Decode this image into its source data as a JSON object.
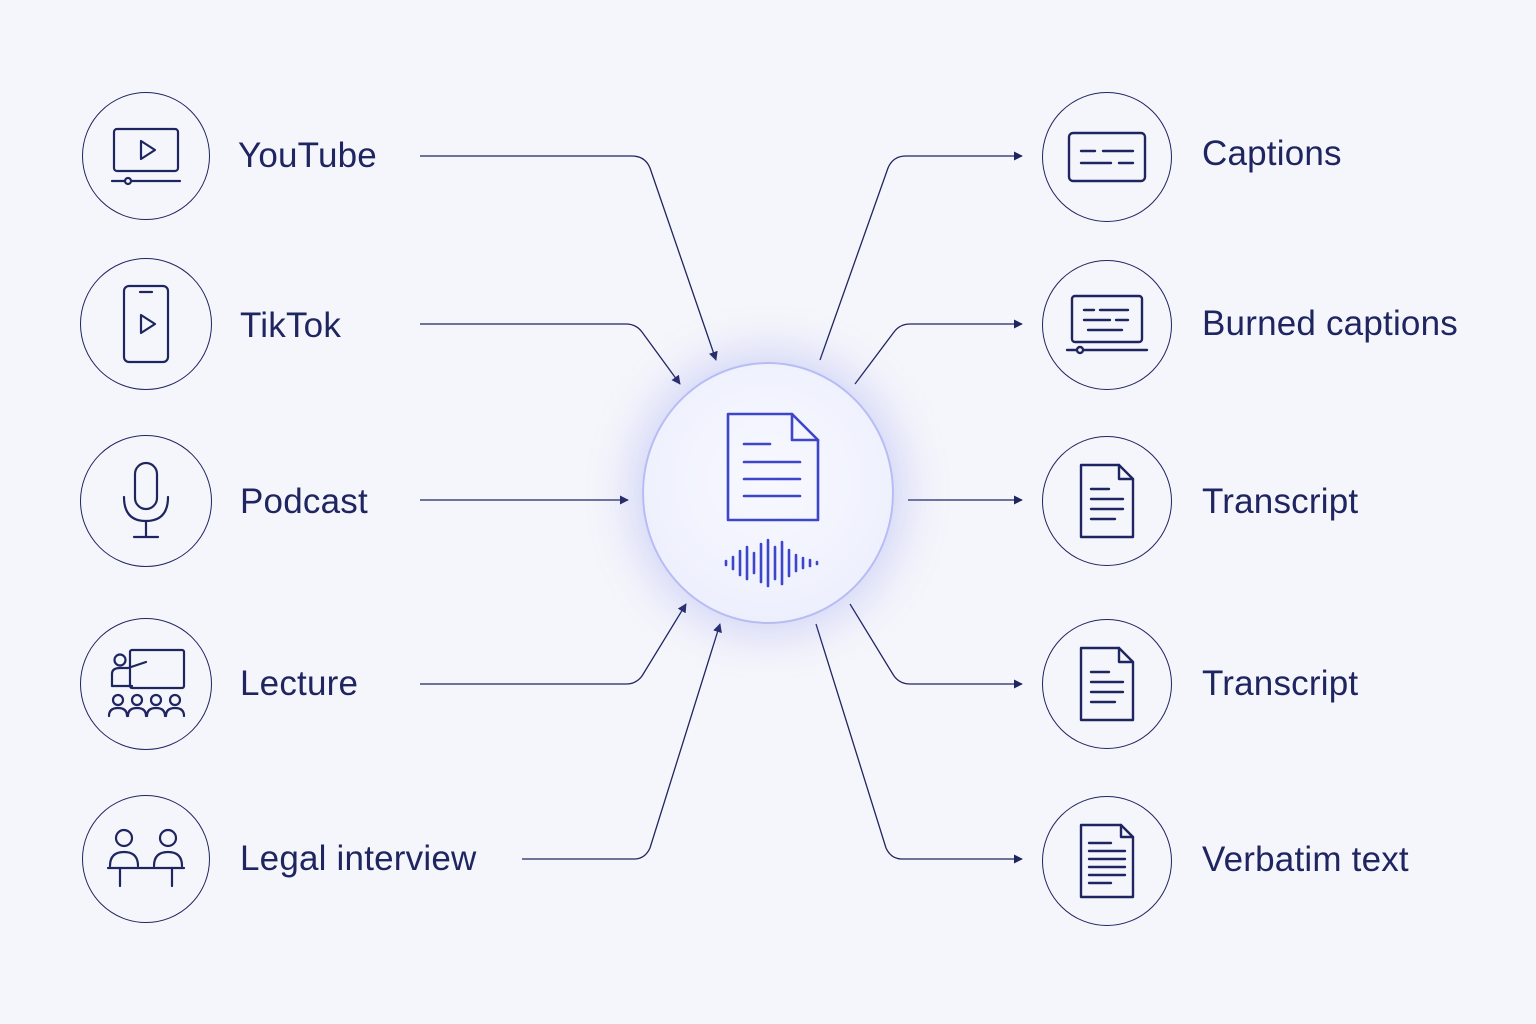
{
  "diagram": {
    "inputs": [
      {
        "id": "youtube",
        "label": "YouTube",
        "icon": "video-player-icon"
      },
      {
        "id": "tiktok",
        "label": "TikTok",
        "icon": "smartphone-play-icon"
      },
      {
        "id": "podcast",
        "label": "Podcast",
        "icon": "microphone-icon"
      },
      {
        "id": "lecture",
        "label": "Lecture",
        "icon": "presentation-audience-icon"
      },
      {
        "id": "legal-interview",
        "label": "Legal interview",
        "icon": "interview-people-icon"
      }
    ],
    "outputs": [
      {
        "id": "captions",
        "label": "Captions",
        "icon": "captions-box-icon"
      },
      {
        "id": "burned-captions",
        "label": "Burned captions",
        "icon": "monitor-captions-icon"
      },
      {
        "id": "transcript-1",
        "label": "Transcript",
        "icon": "document-icon"
      },
      {
        "id": "transcript-2",
        "label": "Transcript",
        "icon": "document-icon"
      },
      {
        "id": "verbatim-text",
        "label": "Verbatim text",
        "icon": "dense-document-icon"
      }
    ],
    "hub": {
      "icons": [
        "document-icon",
        "audio-waveform-icon"
      ]
    },
    "colors": {
      "background": "#f5f6fb",
      "ink": "#1f2560",
      "accent": "#3d45c8",
      "hub_border": "#b6bcf4"
    }
  }
}
